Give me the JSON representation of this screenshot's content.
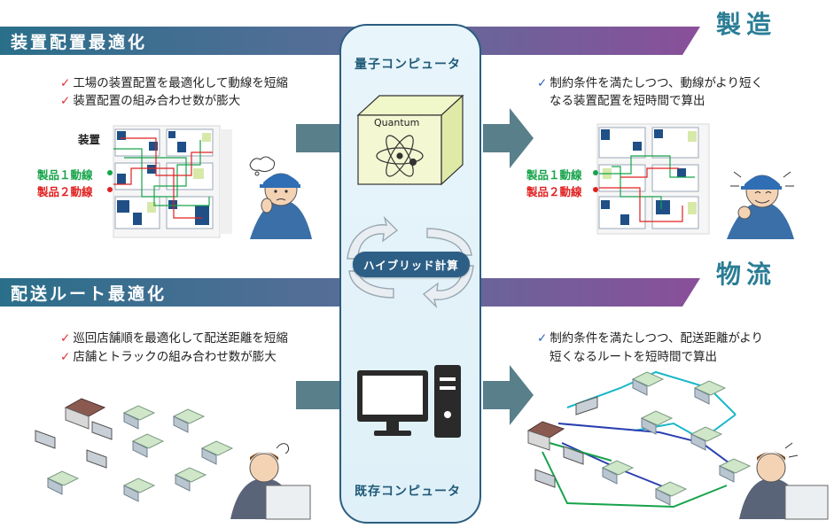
{
  "manufacturing": {
    "banner_title": "装置配置最適化",
    "category": "製造",
    "problem_points": [
      "工場の装置配置を最適化して動線を短縮",
      "装置配置の組み合わせ数が膨大"
    ],
    "result_lines": [
      "制約条件を満たしつつ、動線がより短く",
      "なる装置配置を短時間で算出"
    ],
    "label_device": "装置",
    "label_flow1": "製品１動線",
    "label_flow2": "製品２動線"
  },
  "logistics": {
    "banner_title": "配送ルート最適化",
    "category": "物流",
    "problem_points": [
      "巡回店舗順を最適化して配送距離を短縮",
      "店舗とトラックの組み合わせ数が膨大"
    ],
    "result_lines": [
      "制約条件を満たしつつ、配送距離がより",
      "短くなるルートを短時間で算出"
    ]
  },
  "center": {
    "quantum_label": "量子コンピュータ",
    "quantum_box_text": "Quantum",
    "hybrid_label": "ハイブリッド計算",
    "classical_label": "既存コンピュータ"
  },
  "colors": {
    "banner_start": "#2a6f8a",
    "banner_end": "#8a4f9a",
    "accent_teal": "#2a7d95",
    "flow_green": "#16a34a",
    "flow_red": "#e02020"
  }
}
